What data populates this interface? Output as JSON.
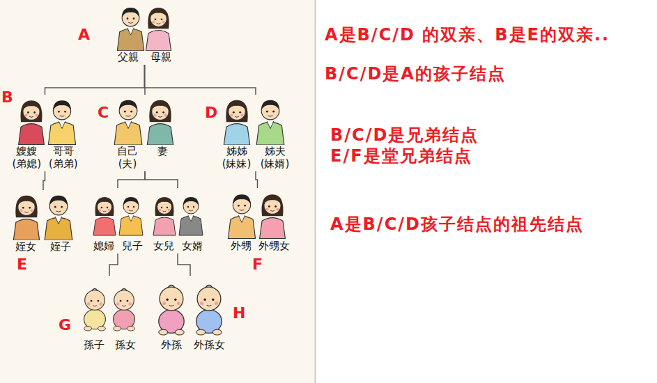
{
  "diagram": {
    "nodes": [
      {
        "text": [
          "父親",
          "母親"
        ]
      },
      {
        "text": [
          "嫂嫂 (弟媳)",
          "哥哥 (弟弟)"
        ]
      },
      {
        "text": [
          "自己(夫)",
          "妻"
        ]
      },
      {
        "text": [
          "姊姊 (妹妹)",
          "姊夫 (妹婿)"
        ]
      },
      {
        "text": [
          "姪女",
          "姪子"
        ]
      },
      {
        "text": [
          "媳婦",
          "兒子"
        ]
      },
      {
        "text": [
          "女兒",
          "女婿"
        ]
      },
      {
        "text": [
          "外甥",
          "外甥女"
        ]
      },
      {
        "text": [
          "孫子",
          "孫女"
        ]
      },
      {
        "text": [
          "外孫",
          "外孫女"
        ]
      }
    ],
    "edges": [
      {
        "from": 0,
        "to": 1,
        "arrow": "none"
      },
      {
        "from": 0,
        "to": 2,
        "arrow": "none"
      },
      {
        "from": 0,
        "to": 3,
        "arrow": "none"
      },
      {
        "from": 1,
        "to": 4,
        "arrow": "none"
      },
      {
        "from": 2,
        "to": 5,
        "arrow": "none"
      },
      {
        "from": 2,
        "to": 6,
        "arrow": "none"
      },
      {
        "from": 3,
        "to": 7,
        "arrow": "none"
      },
      {
        "from": 5,
        "to": 8,
        "arrow": "none"
      },
      {
        "from": 6,
        "to": 9,
        "arrow": "none"
      }
    ],
    "labels": [
      "A",
      "B",
      "C",
      "D",
      "E",
      "F",
      "G",
      "H",
      "A是B/C/D 的双亲、B是E的双亲..",
      "B/C/D是A的孩子结点",
      "B/C/D是兄弟结点",
      "E/F是堂兄弟结点",
      "A是B/C/D孩子结点的祖先结点"
    ]
  }
}
